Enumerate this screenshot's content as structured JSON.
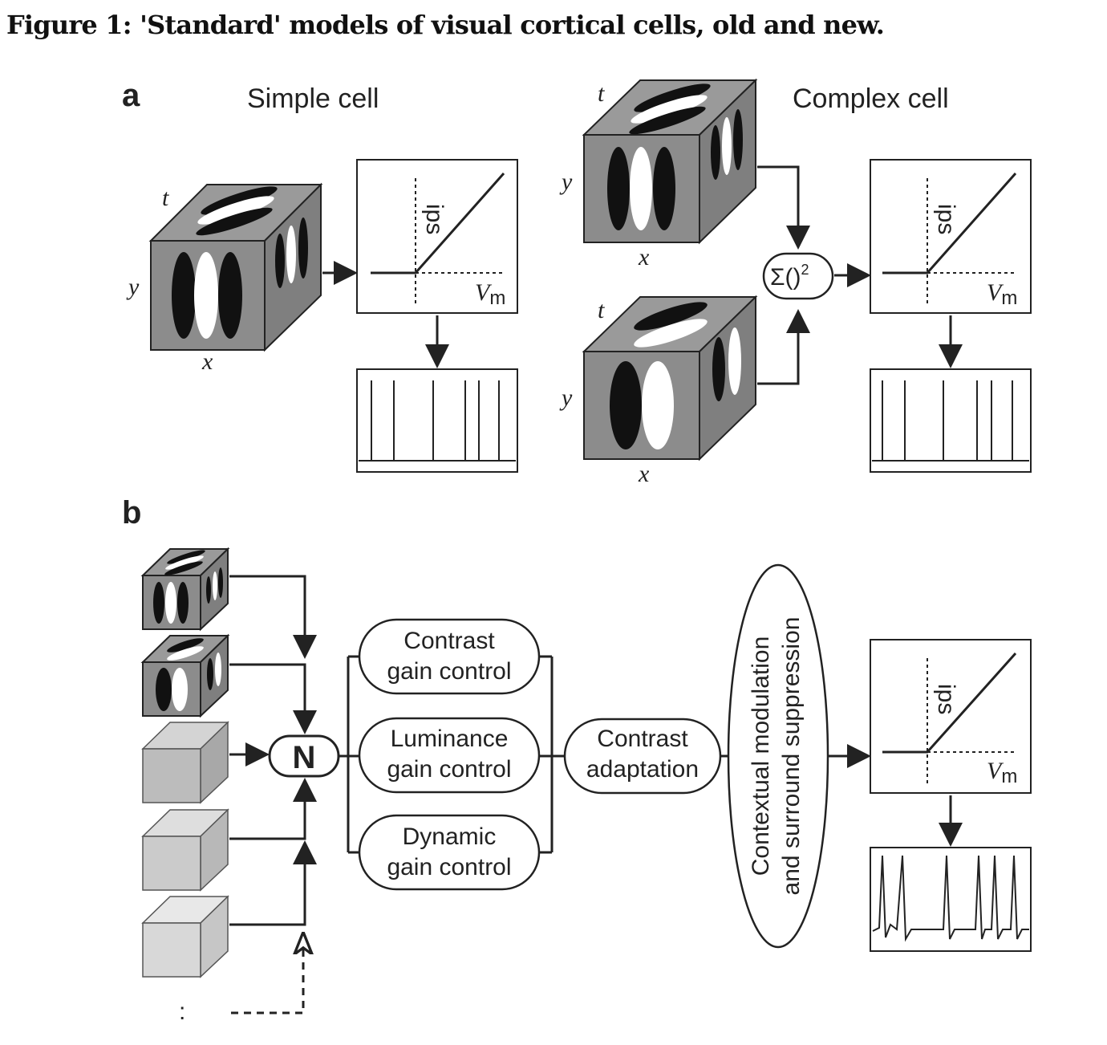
{
  "caption": "Figure 1: 'Standard' models of visual cortical cells, old and new.",
  "panel_a": {
    "label": "a",
    "simple_title": "Simple cell",
    "complex_title": "Complex cell",
    "axis_t": "t",
    "axis_x": "x",
    "axis_y": "y",
    "ips": "ips",
    "vm_main": "V",
    "vm_sub": "m",
    "square_sum": "Σ()",
    "square_sup": "2"
  },
  "panel_b": {
    "label": "b",
    "normalization": "N",
    "contrast_gain": [
      "Contrast",
      "gain control"
    ],
    "luminance_gain": [
      "Luminance",
      "gain control"
    ],
    "dynamic_gain": [
      "Dynamic",
      "gain control"
    ],
    "contrast_adaptation": [
      "Contrast",
      "adaptation"
    ],
    "contextual": [
      "Contextual modulation",
      "and surround suppression"
    ],
    "ips": "ips",
    "vm_main": "V",
    "vm_sub": "m",
    "ellipsis": ":"
  },
  "colors": {
    "cube_dark": "#8c8c8c",
    "cube_light": "#cfcfcf",
    "ink": "#222222"
  }
}
